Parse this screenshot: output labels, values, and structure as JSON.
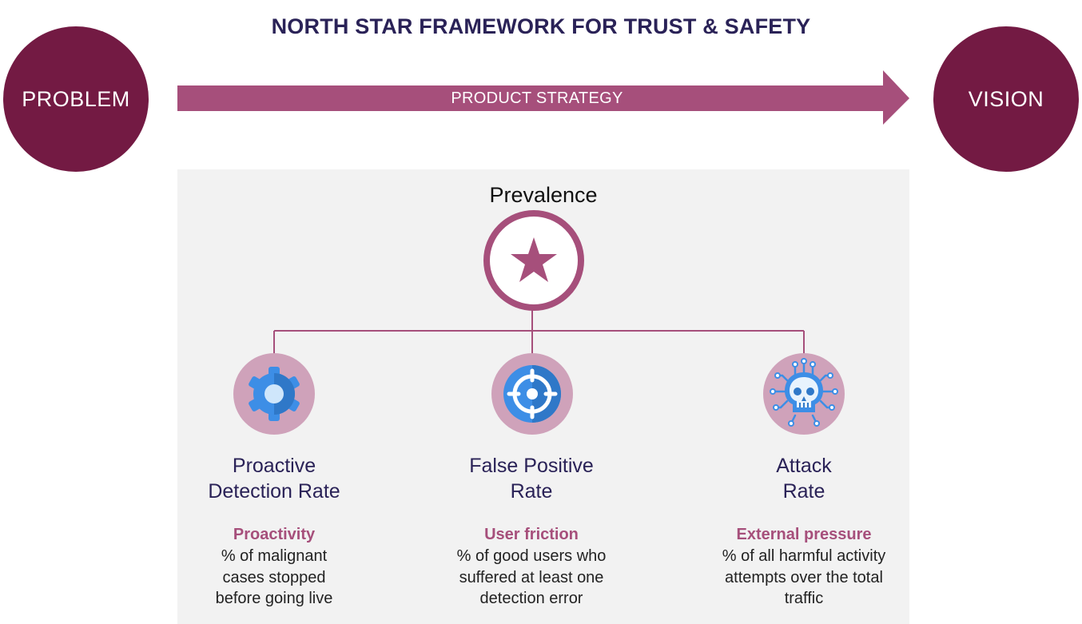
{
  "title": "NORTH STAR FRAMEWORK FOR TRUST & SAFETY",
  "problem_label": "PROBLEM",
  "vision_label": "VISION",
  "strategy_label": "PRODUCT STRATEGY",
  "north_star": {
    "label": "Prevalence",
    "icon": "star-icon"
  },
  "metrics": [
    {
      "icon": "gear-icon",
      "name_line1": "Proactive",
      "name_line2": "Detection Rate",
      "heading": "Proactivity",
      "desc_line1": "% of malignant",
      "desc_line2": "cases stopped",
      "desc_line3": "before going live"
    },
    {
      "icon": "target-icon",
      "name_line1": "False Positive",
      "name_line2": "Rate",
      "heading": "User friction",
      "desc_line1": "% of good users who",
      "desc_line2": "suffered at least one",
      "desc_line3": "detection error"
    },
    {
      "icon": "skull-circuit-icon",
      "name_line1": "Attack",
      "name_line2": "Rate",
      "heading": "External pressure",
      "desc_line1": "% of all harmful activity",
      "desc_line2": "attempts over the total",
      "desc_line3": "traffic"
    }
  ],
  "colors": {
    "circle_dark": "#731a43",
    "arrow": "#a64f7b",
    "title": "#2a2257",
    "panel_bg": "#f2f2f2",
    "icon_bg": "#cfa2ba",
    "icon_blue": "#3d8ee6"
  }
}
